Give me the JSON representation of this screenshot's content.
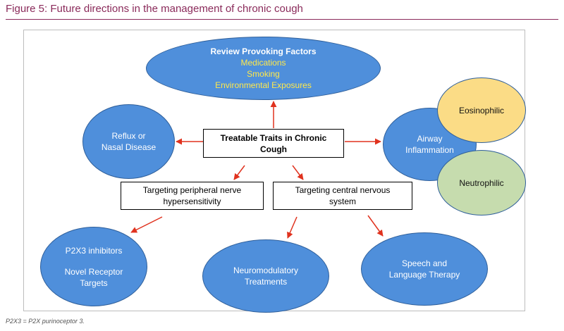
{
  "figure": {
    "title": "Figure 5: Future directions in the management of chronic cough",
    "footnote": "P2X3 = P2X purinoceptor 3."
  },
  "nodes": {
    "review": {
      "title": "Review Provoking Factors",
      "items": [
        "Medications",
        "Smoking",
        "Environmental Exposures"
      ]
    },
    "center": {
      "label": "Treatable Traits in Chronic Cough"
    },
    "reflux": {
      "line1": "Reflux or",
      "line2": "Nasal Disease"
    },
    "airway": {
      "line1": "Airway",
      "line2": "Inflammation"
    },
    "eosinophilic": {
      "label": "Eosinophilic"
    },
    "neutrophilic": {
      "label": "Neutrophilic"
    },
    "peripheral": {
      "line1": "Targeting peripheral nerve",
      "line2": "hypersensitivity"
    },
    "central": {
      "line1": "Targeting central nervous",
      "line2": "system"
    },
    "p2x3": {
      "line1": "P2X3 inhibitors",
      "line2": "Novel Receptor",
      "line3": "Targets"
    },
    "neuro": {
      "line1": "Neuromodulatory",
      "line2": "Treatments"
    },
    "speech": {
      "line1": "Speech and",
      "line2": "Language Therapy"
    }
  },
  "colors": {
    "title": "#8a2a5a",
    "oval_blue": "#4f8fdb",
    "oval_yellow": "#fbdc86",
    "oval_green": "#c6dcae",
    "arrow": "#e0321e",
    "highlight_text": "#ffe84a"
  }
}
